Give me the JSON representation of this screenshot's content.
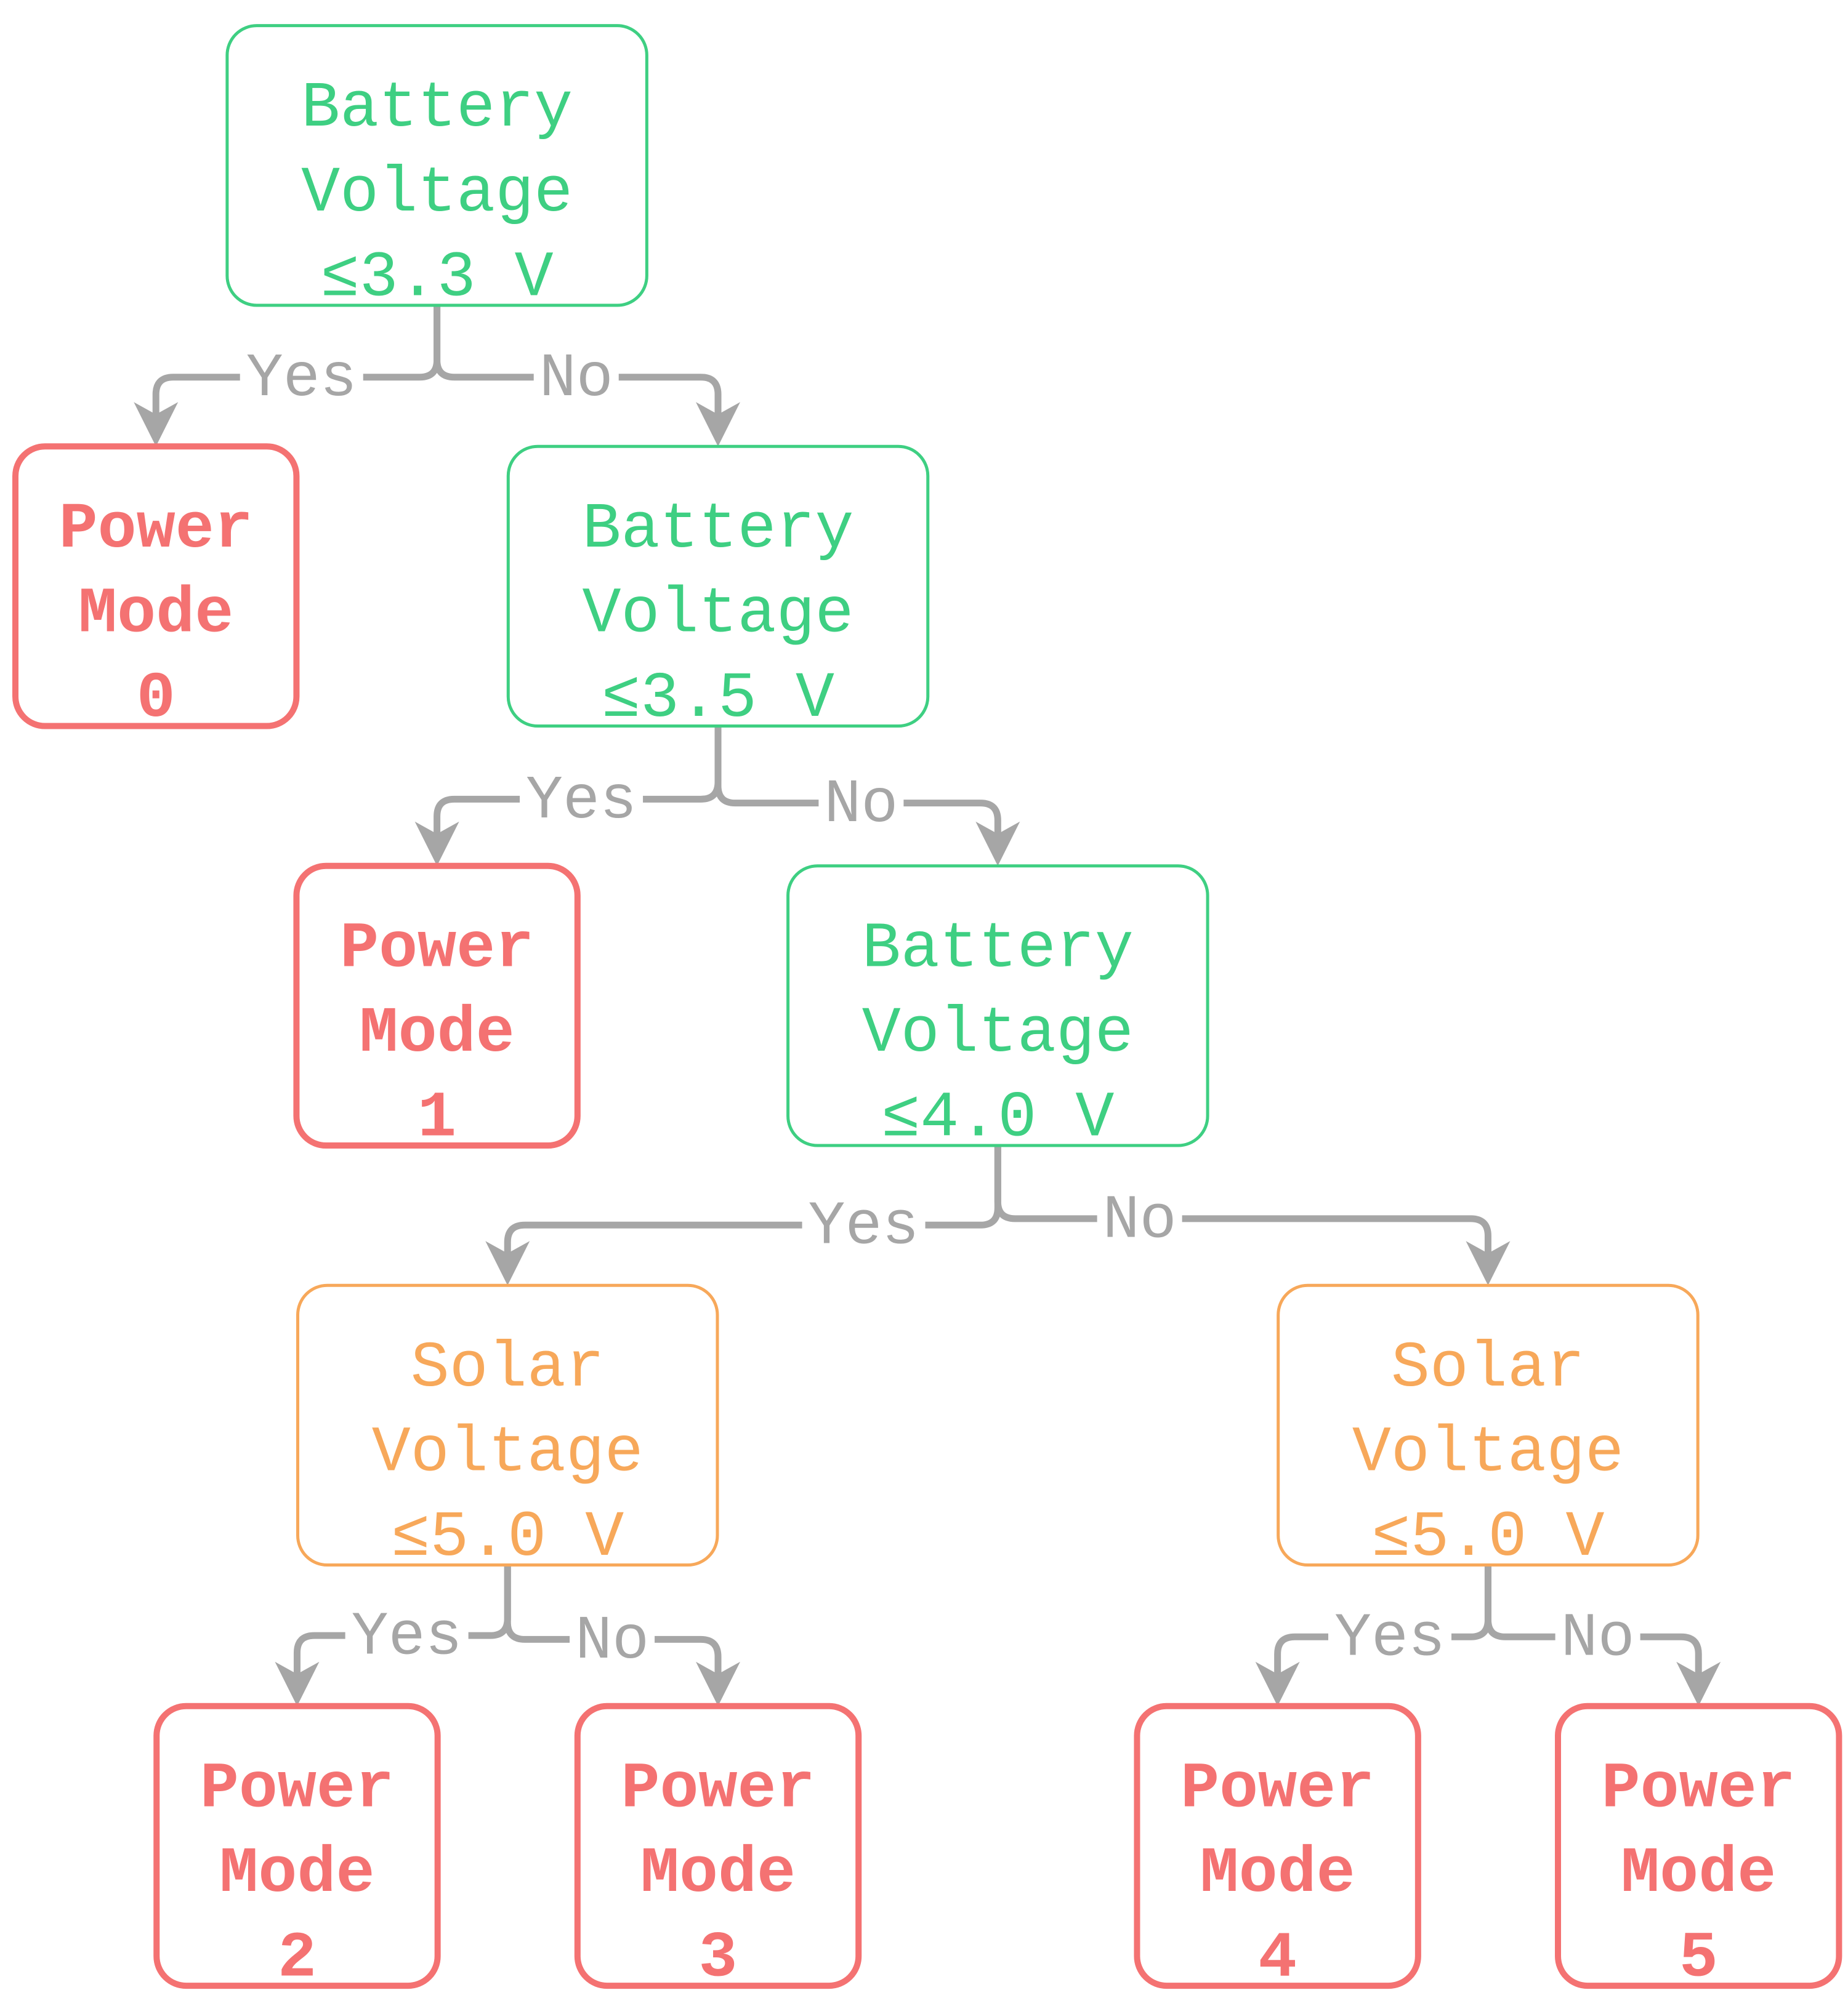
{
  "colors": {
    "battery": "#3ecf82",
    "solar": "#f7a85a",
    "leaf": "#f47272",
    "edge": "#a6a6a6"
  },
  "nodes": {
    "battery_1": {
      "lines": [
        "Battery",
        "Voltage",
        "≤3.3 V"
      ],
      "kind": "battery"
    },
    "battery_2": {
      "lines": [
        "Battery",
        "Voltage",
        "≤3.5 V"
      ],
      "kind": "battery"
    },
    "battery_3": {
      "lines": [
        "Battery",
        "Voltage",
        "≤4.0 V"
      ],
      "kind": "battery"
    },
    "solar_1": {
      "lines": [
        "Solar",
        "Voltage",
        "≤5.0 V"
      ],
      "kind": "solar"
    },
    "solar_2": {
      "lines": [
        "Solar",
        "Voltage",
        "≤5.0 V"
      ],
      "kind": "solar"
    },
    "mode_0": {
      "lines": [
        "Power",
        "Mode",
        "0"
      ],
      "kind": "leaf"
    },
    "mode_1": {
      "lines": [
        "Power",
        "Mode",
        "1"
      ],
      "kind": "leaf"
    },
    "mode_2": {
      "lines": [
        "Power",
        "Mode",
        "2"
      ],
      "kind": "leaf"
    },
    "mode_3": {
      "lines": [
        "Power",
        "Mode",
        "3"
      ],
      "kind": "leaf"
    },
    "mode_4": {
      "lines": [
        "Power",
        "Mode",
        "4"
      ],
      "kind": "leaf"
    },
    "mode_5": {
      "lines": [
        "Power",
        "Mode",
        "5"
      ],
      "kind": "leaf"
    }
  },
  "edges": [
    {
      "from": "battery_1",
      "to": "mode_0",
      "label": "Yes"
    },
    {
      "from": "battery_1",
      "to": "battery_2",
      "label": "No"
    },
    {
      "from": "battery_2",
      "to": "mode_1",
      "label": "Yes"
    },
    {
      "from": "battery_2",
      "to": "battery_3",
      "label": "No"
    },
    {
      "from": "battery_3",
      "to": "solar_1",
      "label": "Yes"
    },
    {
      "from": "battery_3",
      "to": "solar_2",
      "label": "No"
    },
    {
      "from": "solar_1",
      "to": "mode_2",
      "label": "Yes"
    },
    {
      "from": "solar_1",
      "to": "mode_3",
      "label": "No"
    },
    {
      "from": "solar_2",
      "to": "mode_4",
      "label": "Yes"
    },
    {
      "from": "solar_2",
      "to": "mode_5",
      "label": "No"
    }
  ]
}
